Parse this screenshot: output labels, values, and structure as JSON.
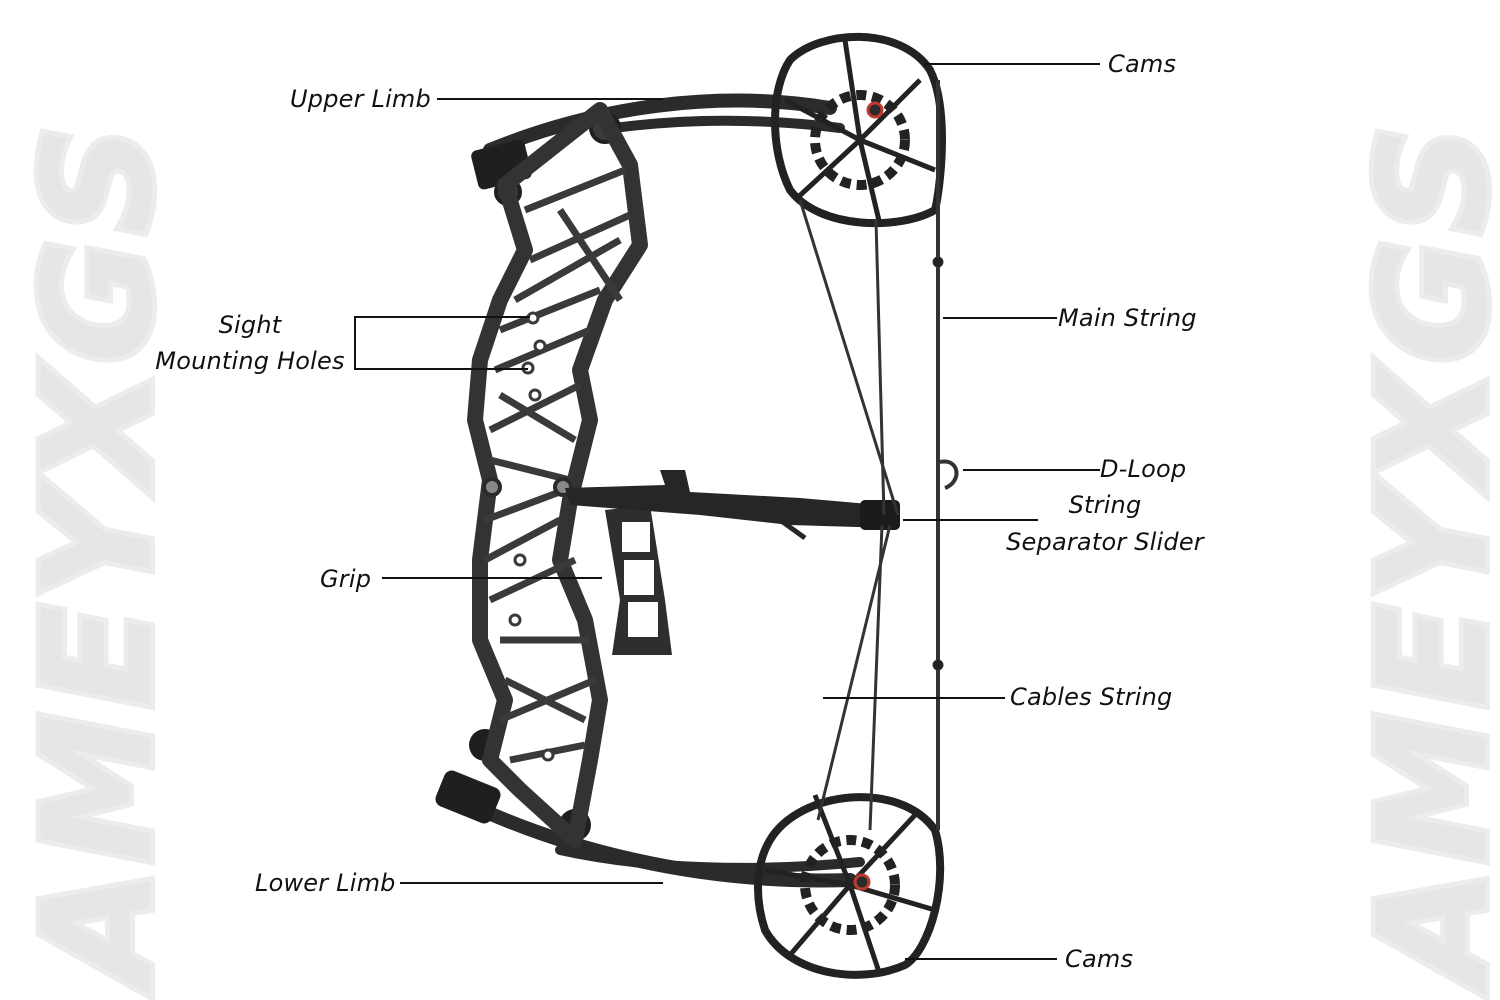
{
  "watermark": {
    "text": "AMEYXGS"
  },
  "product": {
    "type": "compound bow",
    "color": "#2b2b2b",
    "accent": "#c0392b"
  },
  "labels": {
    "upper_limb": "Upper Limb",
    "sight_line1": "Sight",
    "sight_line2": "Mounting Holes",
    "grip": "Grip",
    "lower_limb": "Lower Limb",
    "cams_top": "Cams",
    "main_string": "Main String",
    "d_loop": "D-Loop",
    "separator_line1": "String",
    "separator_line2": "Separator Slider",
    "cables_string": "Cables String",
    "cams_bottom": "Cams"
  }
}
